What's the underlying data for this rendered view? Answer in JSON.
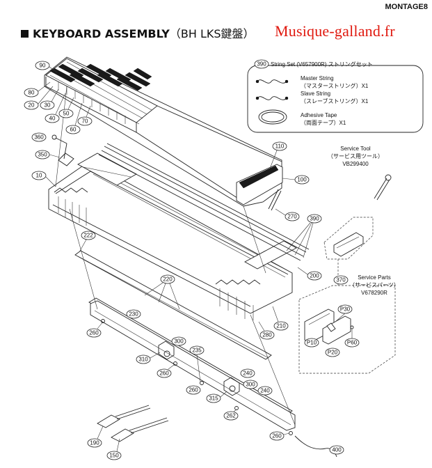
{
  "header": {
    "model_code": "MONTAGE8",
    "title_en": "KEYBOARD ASSEMBLY",
    "title_jp": "（BH LKS鍵盤）",
    "watermark": "Musique-galland.fr"
  },
  "string_set": {
    "callout": "390",
    "title": "String Set (V657900R) ストリングセット",
    "items": [
      {
        "line1": "Master String",
        "line2": "（マスターストリング）X1"
      },
      {
        "line1": "Slave String",
        "line2": "（スレーブストリング）X1"
      },
      {
        "line1": "Adhesive Tape",
        "line2": "（両面テープ）X1"
      }
    ]
  },
  "service_tool": {
    "line1": "Service Tool",
    "line2": "（サービス用ツール）",
    "line3": "VB299400"
  },
  "service_parts": {
    "callout": "370",
    "line1": "Service Parts",
    "line2": "（サービスパーツ）",
    "line3": "V678290R",
    "parts": [
      "P10",
      "P20",
      "P30",
      "P60"
    ]
  },
  "callouts": [
    "90",
    "80",
    "20",
    "30",
    "40",
    "50",
    "60",
    "70",
    "360",
    "350",
    "10",
    "110",
    "100",
    "270",
    "390",
    "222",
    "200",
    "220",
    "230",
    "300",
    "235",
    "310",
    "260",
    "240",
    "315",
    "262",
    "280",
    "210",
    "190",
    "150",
    "400"
  ]
}
